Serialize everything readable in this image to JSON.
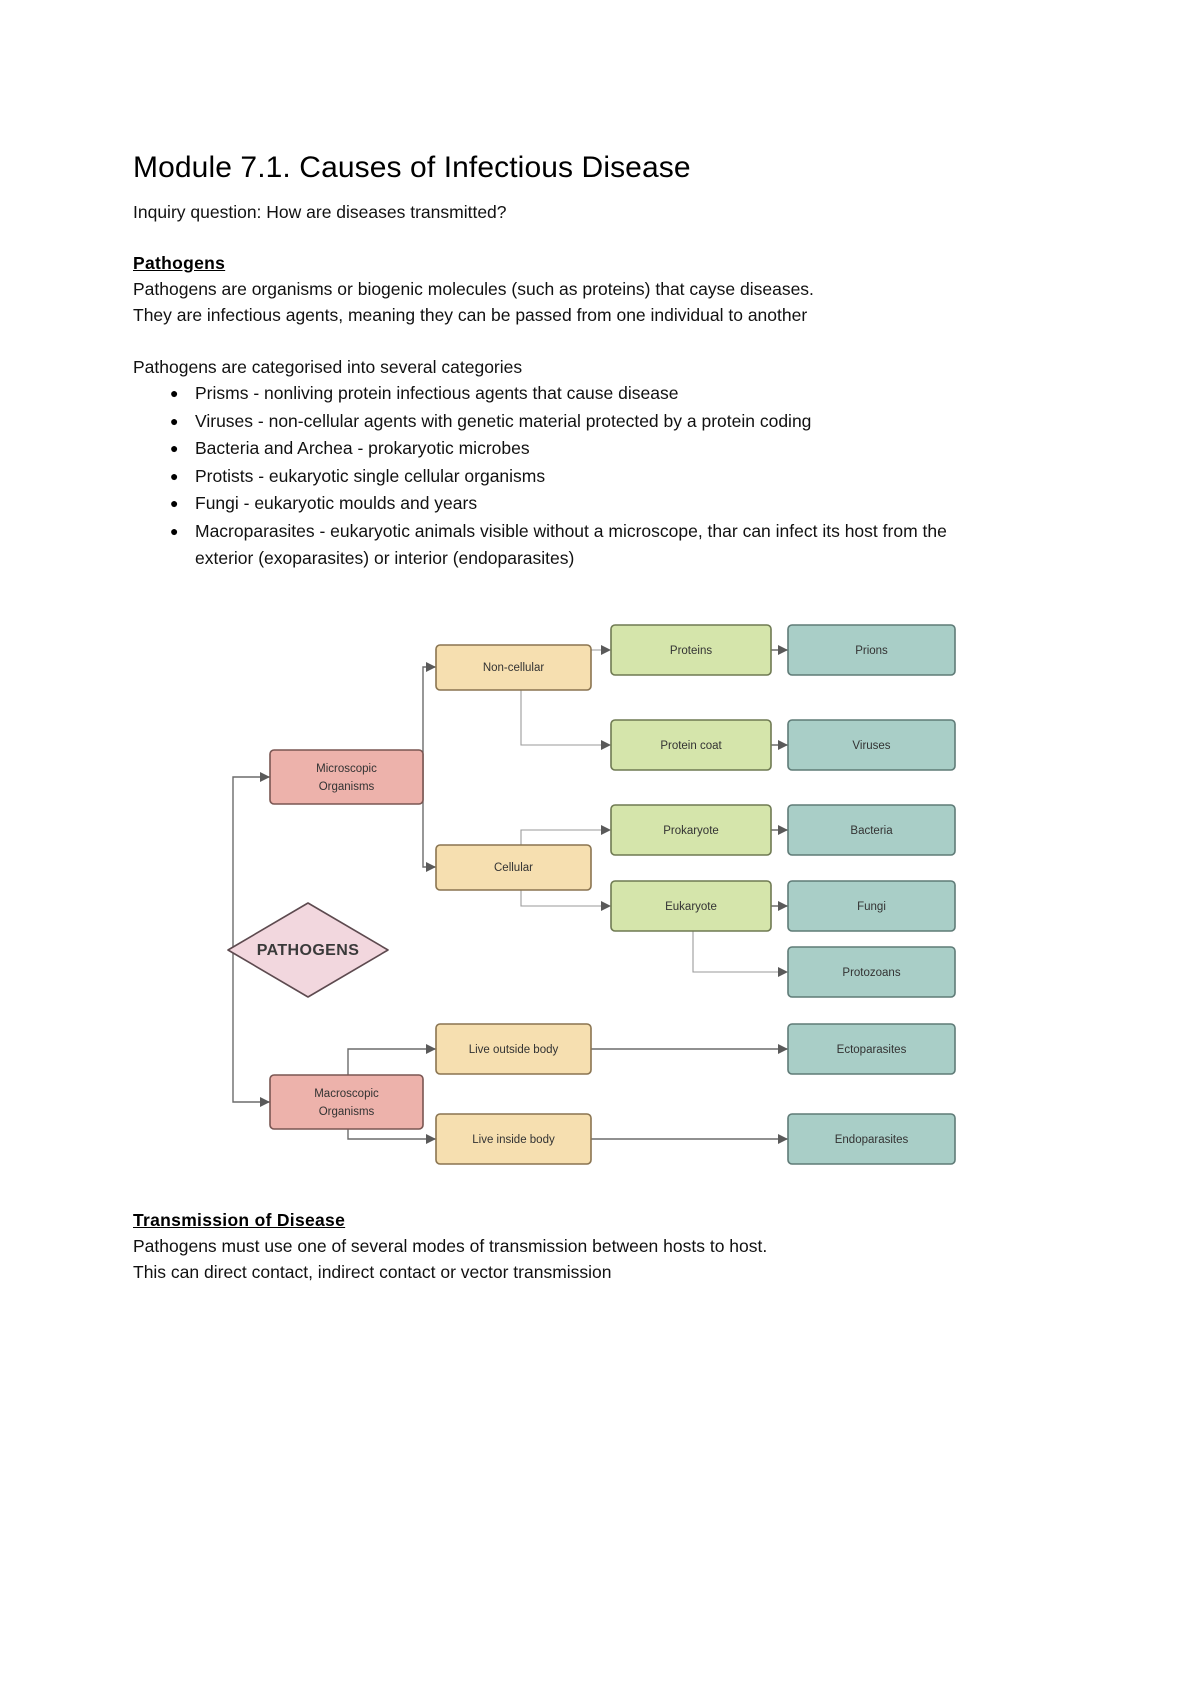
{
  "document": {
    "title": "Module 7.1. Causes of Infectious Disease",
    "inquiry_question": "Inquiry question: How are diseases transmitted?"
  },
  "pathogens_section": {
    "heading": "Pathogens",
    "paragraph_line1": "Pathogens are organisms or biogenic molecules (such as proteins) that cayse diseases.",
    "paragraph_line2": "They are infectious agents, meaning they can be passed from one individual to another",
    "categories_intro": "Pathogens are categorised into several categories",
    "bullets": [
      "Prisms - nonliving protein infectious agents that cause disease",
      "Viruses - non-cellular agents with genetic material protected by a protein coding",
      "Bacteria and Archea - prokaryotic microbes",
      "Protists - eukaryotic single cellular organisms",
      "Fungi - eukaryotic moulds and years",
      "Macroparasites - eukaryotic animals visible without a microscope, thar can infect its host from the exterior (exoparasites) or interior (endoparasites)"
    ],
    "bullet_glyph": "●"
  },
  "diagram": {
    "root": "Pathogens",
    "level1": [
      {
        "label_line1": "Microscopic",
        "label_line2": "Organisms"
      },
      {
        "label_line1": "Macroscopic",
        "label_line2": "Organisms"
      }
    ],
    "level2": [
      "Non-cellular",
      "Cellular",
      "Live outside body",
      "Live inside body"
    ],
    "level3": [
      "Proteins",
      "Protein coat",
      "Prokaryote",
      "Eukaryote"
    ],
    "level4": [
      "Prions",
      "Viruses",
      "Bacteria",
      "Fungi",
      "Protozoans",
      "Ectoparasites",
      "Endoparasites"
    ],
    "colors": {
      "diamond_fill": "#f2d7de",
      "diamond_stroke": "#5d4a4f",
      "pink_fill": "#edb2ab",
      "pink_stroke": "#7a5652",
      "tan_fill": "#f6dfb0",
      "tan_stroke": "#8a7450",
      "green_fill": "#d5e5ab",
      "green_stroke": "#6f7a52",
      "teal_fill": "#a9cec7",
      "teal_stroke": "#5f7b77",
      "connector": "#6b6b6b"
    }
  },
  "transmission_section": {
    "heading": "Transmission of Disease",
    "line1": "Pathogens must use one of several modes of transmission between hosts to host.",
    "line2": "This can direct contact, indirect contact or vector transmission"
  }
}
